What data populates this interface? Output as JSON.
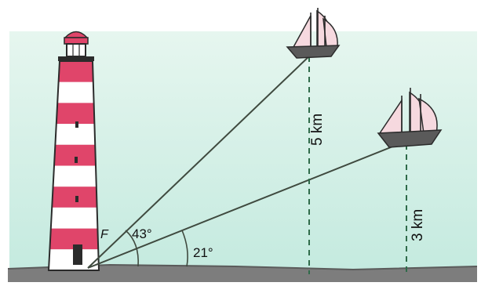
{
  "colors": {
    "sky": "#c4eadf",
    "sky_top": "#e6f6ef",
    "ground": "#7d7d7d",
    "ground_dark": "#5b5b5b",
    "tower_red": "#e0456a",
    "tower_white": "#ffffff",
    "outline": "#2b2b2b",
    "sail": "#f6d9df",
    "hull": "#5a5a5a",
    "line": "#3f4a3f",
    "dashed": "#2f6b4a"
  },
  "icons": {
    "lighthouse": "lighthouse-icon",
    "ship": "sailing-ship-icon"
  },
  "labels": {
    "observer_point": "F",
    "angle_upper": "43°",
    "angle_lower": "21°",
    "height_upper": "5 km",
    "height_lower": "3 km"
  }
}
